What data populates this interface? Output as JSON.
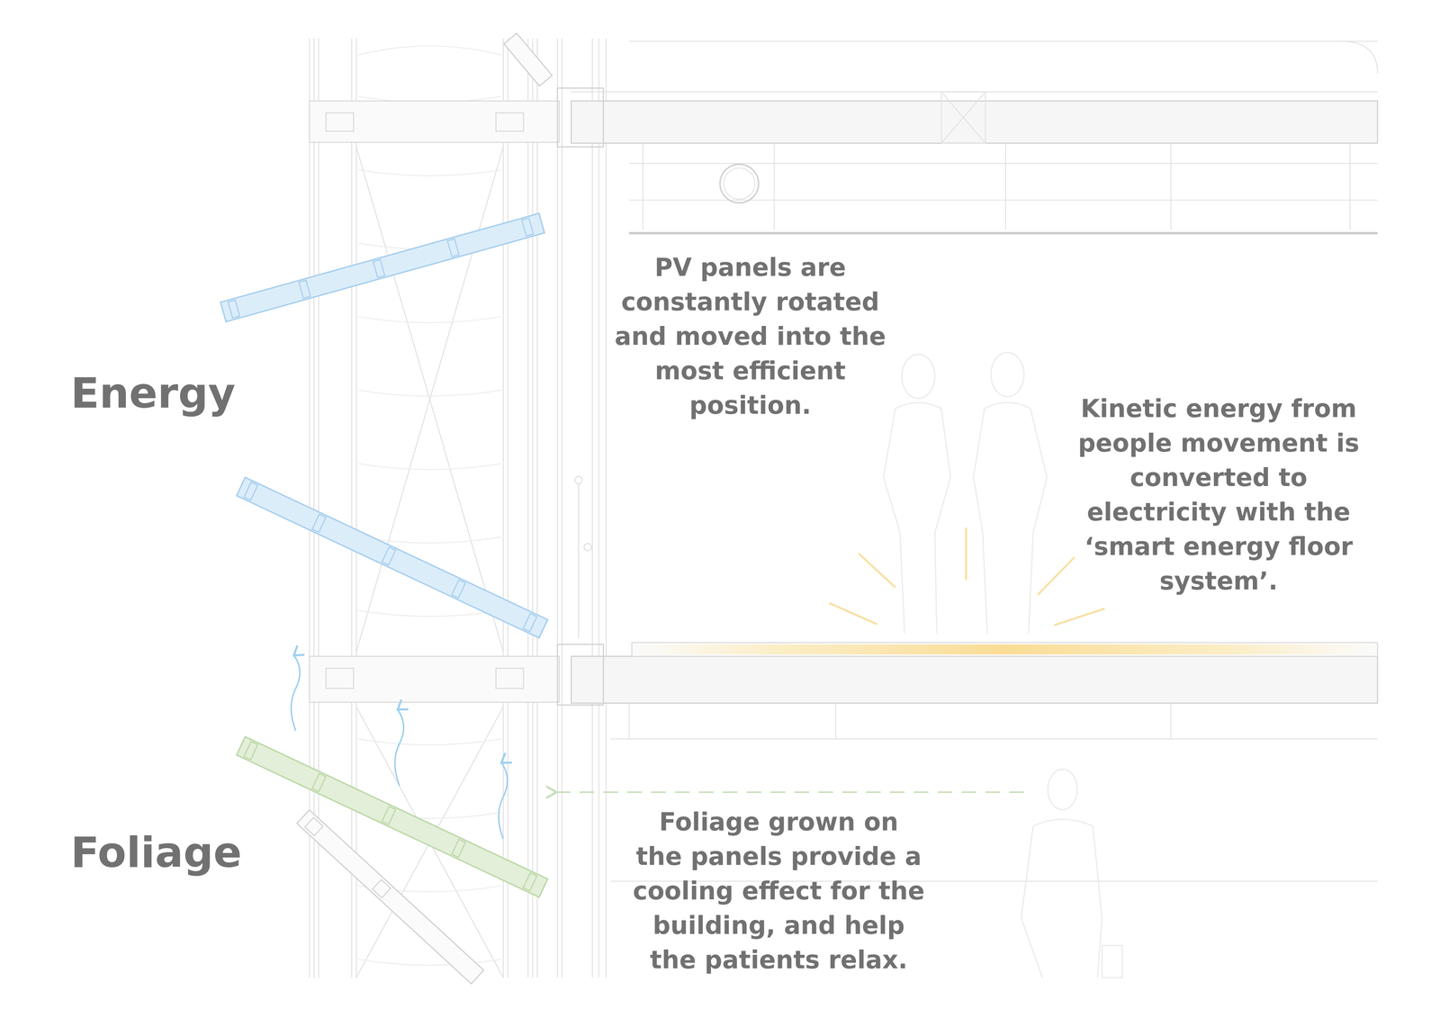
{
  "diagram": {
    "labels": [
      "Energy",
      "PV panels are constantly rotated and moved into the most efficient position.",
      "Kinetic energy from people movement is converted to electricity with the ‘smart energy floor system’.",
      "Foliage",
      "Foliage grown on the panels provide a cooling effect for the building, and help the patients relax."
    ]
  }
}
